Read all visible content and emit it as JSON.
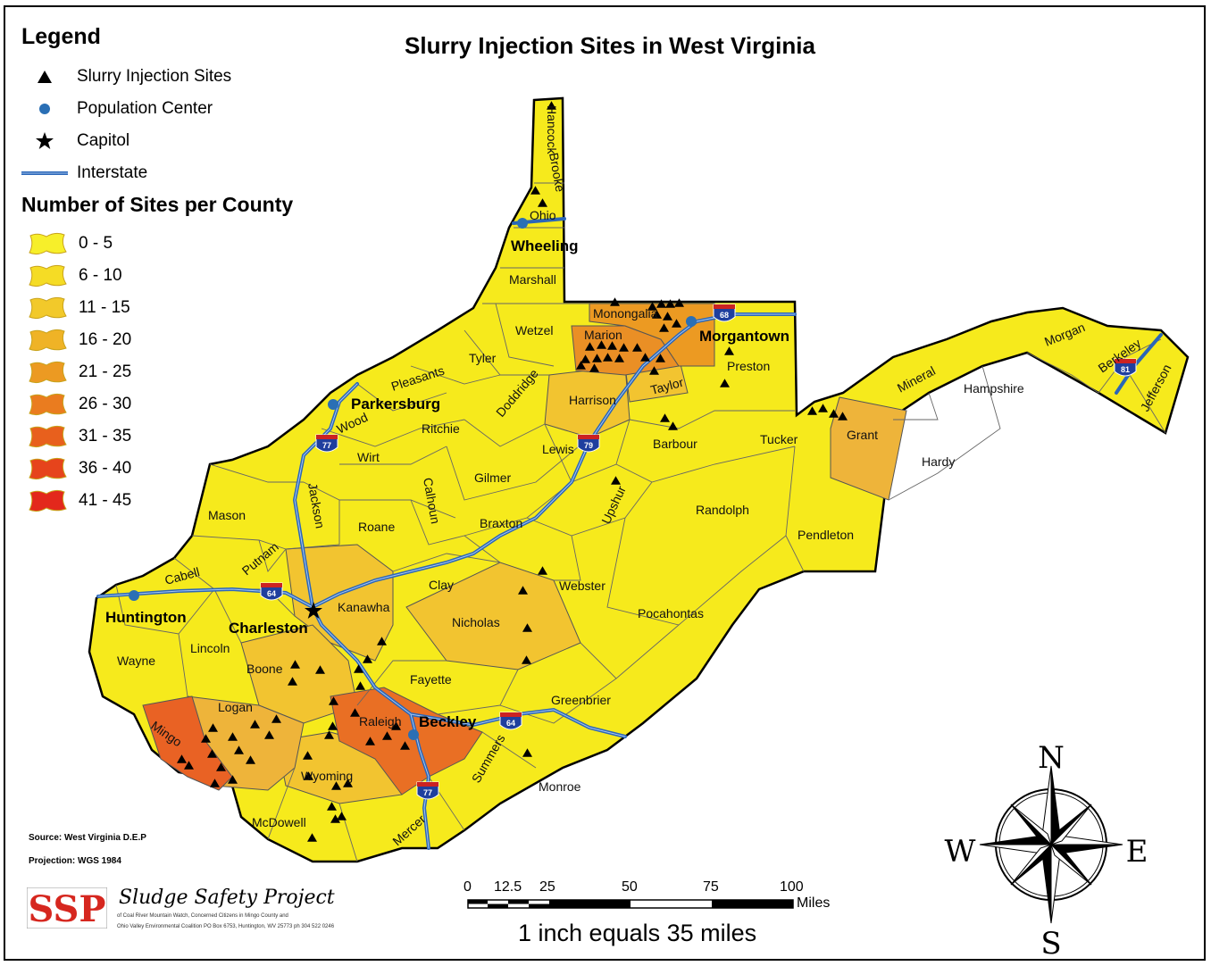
{
  "title": "Slurry Injection Sites in West Virginia",
  "legend": {
    "title": "Legend",
    "items": [
      {
        "label": "Slurry Injection Sites",
        "icon": "triangle-icon"
      },
      {
        "label": "Population Center",
        "icon": "dot-icon"
      },
      {
        "label": "Capitol",
        "icon": "star-icon"
      },
      {
        "label": "Interstate",
        "icon": "interstate-line-icon"
      }
    ]
  },
  "classes": {
    "title": "Number of Sites per County",
    "items": [
      {
        "label": "0 - 5",
        "color": "#f7ef2a"
      },
      {
        "label": "6 - 10",
        "color": "#f5dc25"
      },
      {
        "label": "11 - 15",
        "color": "#f2c92a"
      },
      {
        "label": "16 - 20",
        "color": "#efb326"
      },
      {
        "label": "21 - 25",
        "color": "#ec9a22"
      },
      {
        "label": "26 - 30",
        "color": "#ea7c1f"
      },
      {
        "label": "31 - 35",
        "color": "#e8601d"
      },
      {
        "label": "36 - 40",
        "color": "#e6441c"
      },
      {
        "label": "41 - 45",
        "color": "#e3281c"
      }
    ]
  },
  "counties": {
    "hancock": "Hancock",
    "brooke": "Brooke",
    "ohio": "Ohio",
    "marshall": "Marshall",
    "wetzel": "Wetzel",
    "tyler": "Tyler",
    "pleasants": "Pleasants",
    "wood": "Wood",
    "monongalia": "Monongalia",
    "marion": "Marion",
    "preston": "Preston",
    "taylor": "Taylor",
    "harrison": "Harrison",
    "doddridge": "Doddridge",
    "ritchie": "Ritchie",
    "wirt": "Wirt",
    "jackson": "Jackson",
    "calhoun": "Calhoun",
    "gilmer": "Gilmer",
    "lewis": "Lewis",
    "barbour": "Barbour",
    "tucker": "Tucker",
    "upshur": "Upshur",
    "randolph": "Randolph",
    "mineral": "Mineral",
    "hampshire": "Hampshire",
    "morgan": "Morgan",
    "berkeley": "Berkeley",
    "jefferson": "Jefferson",
    "grant": "Grant",
    "hardy": "Hardy",
    "pendleton": "Pendleton",
    "mason": "Mason",
    "roane": "Roane",
    "braxton": "Braxton",
    "webster": "Webster",
    "cabell": "Cabell",
    "putnam": "Putnam",
    "kanawha": "Kanawha",
    "clay": "Clay",
    "nicholas": "Nicholas",
    "pocahontas": "Pocahontas",
    "wayne": "Wayne",
    "lincoln": "Lincoln",
    "boone": "Boone",
    "fayette": "Fayette",
    "logan": "Logan",
    "mingo": "Mingo",
    "raleigh": "Raleigh",
    "greenbrier": "Greenbrier",
    "summers": "Summers",
    "wyoming": "Wyoming",
    "monroe": "Monroe",
    "mcdowell": "McDowell",
    "mercer": "Mercer"
  },
  "cities": {
    "wheeling": "Wheeling",
    "morgantown": "Morgantown",
    "parkersburg": "Parkersburg",
    "huntington": "Huntington",
    "charleston": "Charleston",
    "beckley": "Beckley"
  },
  "interstates": {
    "i68": "68",
    "i79": "79",
    "i77a": "77",
    "i64a": "64",
    "i64b": "64",
    "i77b": "77",
    "i81": "81"
  },
  "compass": {
    "n": "N",
    "s": "S",
    "e": "E",
    "w": "W"
  },
  "scale": {
    "labels": [
      "0",
      "12.5",
      "25",
      "50",
      "75",
      "100"
    ],
    "unit": "Miles",
    "text": "1 inch equals 35 miles"
  },
  "source": "Source: West Virginia D.E.P",
  "projection": "Projection: WGS 1984",
  "logo": {
    "mark": "SSP",
    "name": "Sludge Safety Project",
    "line1": "of Coal River Mountain Watch, Concerned Citizens in Mingo County and",
    "line2": "Ohio Valley Environmental Coalition  PO Box 6753, Huntington, WV 25773  ph 304 522 0246"
  },
  "colors": {
    "map_yellow": "#f6ea1c",
    "orange_mid": "#eda02c",
    "orange_dark": "#ea7226",
    "interstate": "#2b66b8",
    "border": "#333333"
  }
}
